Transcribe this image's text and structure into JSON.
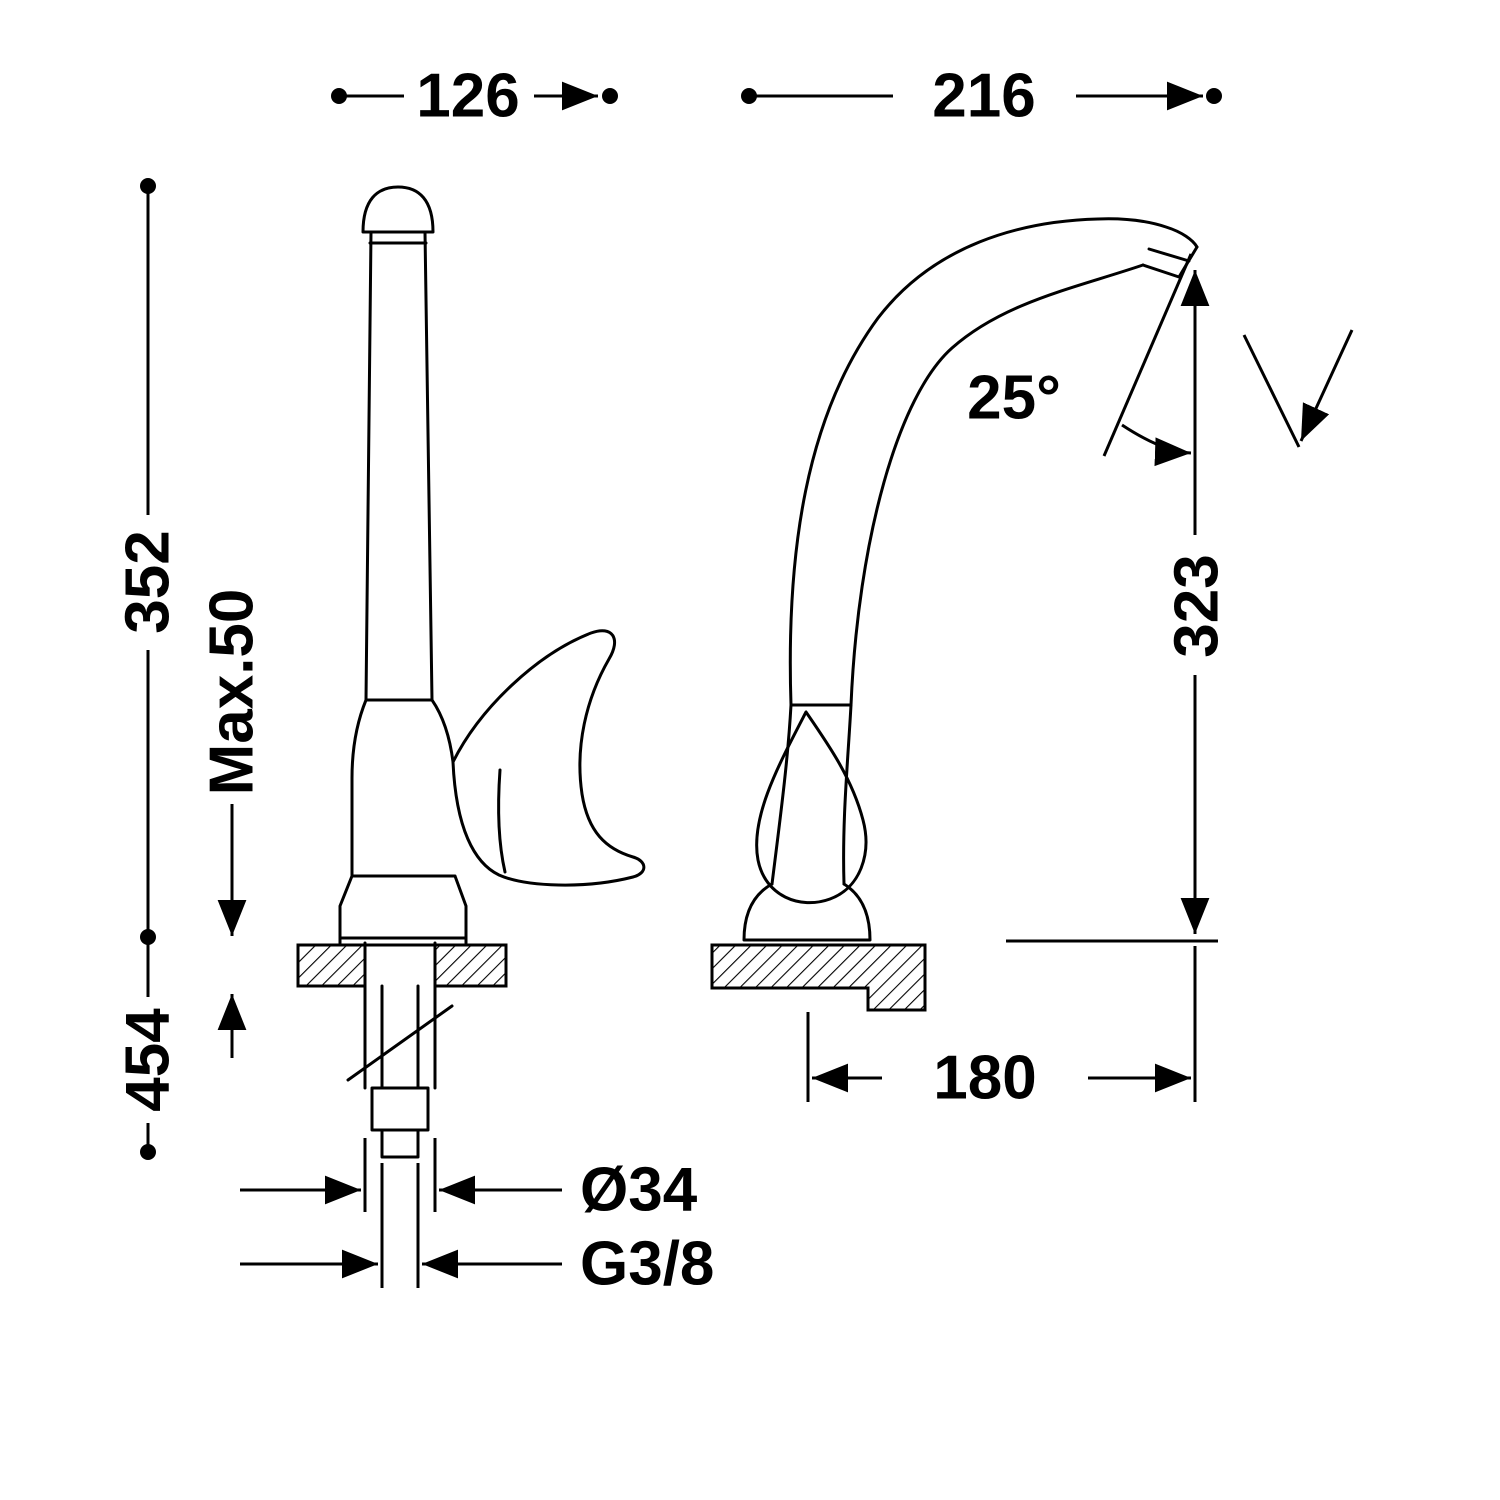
{
  "drawing": {
    "kind": "technical-dimension-drawing",
    "subject": "single-lever kitchen sink mixer tap, front view and side view",
    "background_color": "#ffffff",
    "line_color": "#000000",
    "labels": {
      "front_width": "126",
      "side_width": "216",
      "overall_height": "352",
      "max_deck_thickness": "Max.50",
      "total_height": "454",
      "spout_outlet_height": "323",
      "spout_angle": "25°",
      "spout_reach": "180",
      "shank_diameter": "Ø34",
      "supply_thread": "G3/8"
    }
  }
}
